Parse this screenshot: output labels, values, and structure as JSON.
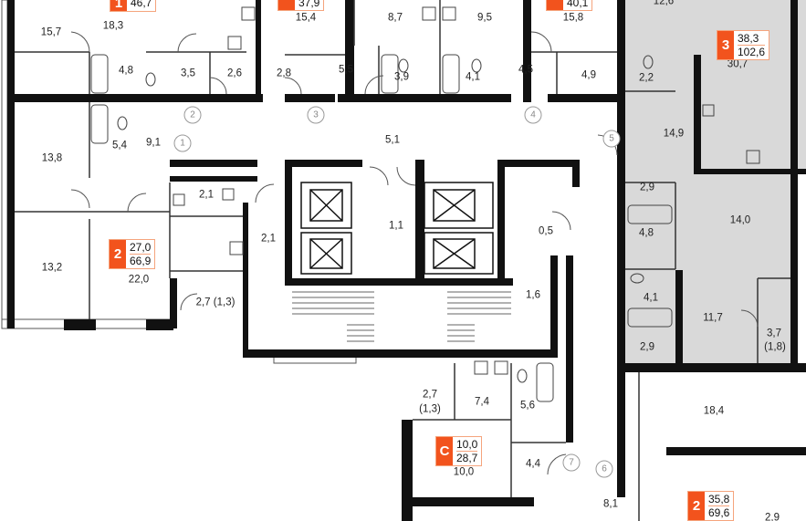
{
  "colors": {
    "wall": "#111111",
    "shaded": "#d9d9d9",
    "thin": "#333333",
    "accent": "#f2531d",
    "tag_border": "#f5a47d"
  },
  "units": [
    {
      "id": "u1",
      "number": "1",
      "living": "",
      "total": "46,7"
    },
    {
      "id": "u_a",
      "number": "",
      "living": "",
      "total": "37,9"
    },
    {
      "id": "u_b",
      "number": "",
      "living": "",
      "total": "40,1"
    },
    {
      "id": "u3",
      "number": "3",
      "living": "38,3",
      "total": "102,6"
    },
    {
      "id": "u2a",
      "number": "2",
      "living": "27,0",
      "total": "66,9"
    },
    {
      "id": "uC",
      "number": "C",
      "living": "10,0",
      "total": "28,7"
    },
    {
      "id": "u2b",
      "number": "2",
      "living": "35,8",
      "total": "69,6"
    }
  ],
  "room_areas": [
    "18,3",
    "15,7",
    "15,4",
    "8,7",
    "9,5",
    "15,8",
    "12,6",
    "30,7",
    "4,8",
    "3,5",
    "2,6",
    "2,8",
    "5,5",
    "3,9",
    "4,1",
    "4,5",
    "4,9",
    "2,2",
    "5,4",
    "9,1",
    "13,8",
    "5,1",
    "14,9",
    "2,1",
    "2,1",
    "1,1",
    "0,5",
    "2,9",
    "14,0",
    "4,8",
    "13,2",
    "22,0",
    "4,1",
    "11,7",
    "1,6",
    "2,7 (1,3)",
    "3,7",
    "(1,8)",
    "2,9",
    "2,7",
    "(1,3)",
    "7,4",
    "5,6",
    "18,4",
    "10,0",
    "4,4",
    "8,1",
    "2,9"
  ],
  "door_numbers": [
    "1",
    "2",
    "3",
    "4",
    "5",
    "6",
    "7"
  ]
}
